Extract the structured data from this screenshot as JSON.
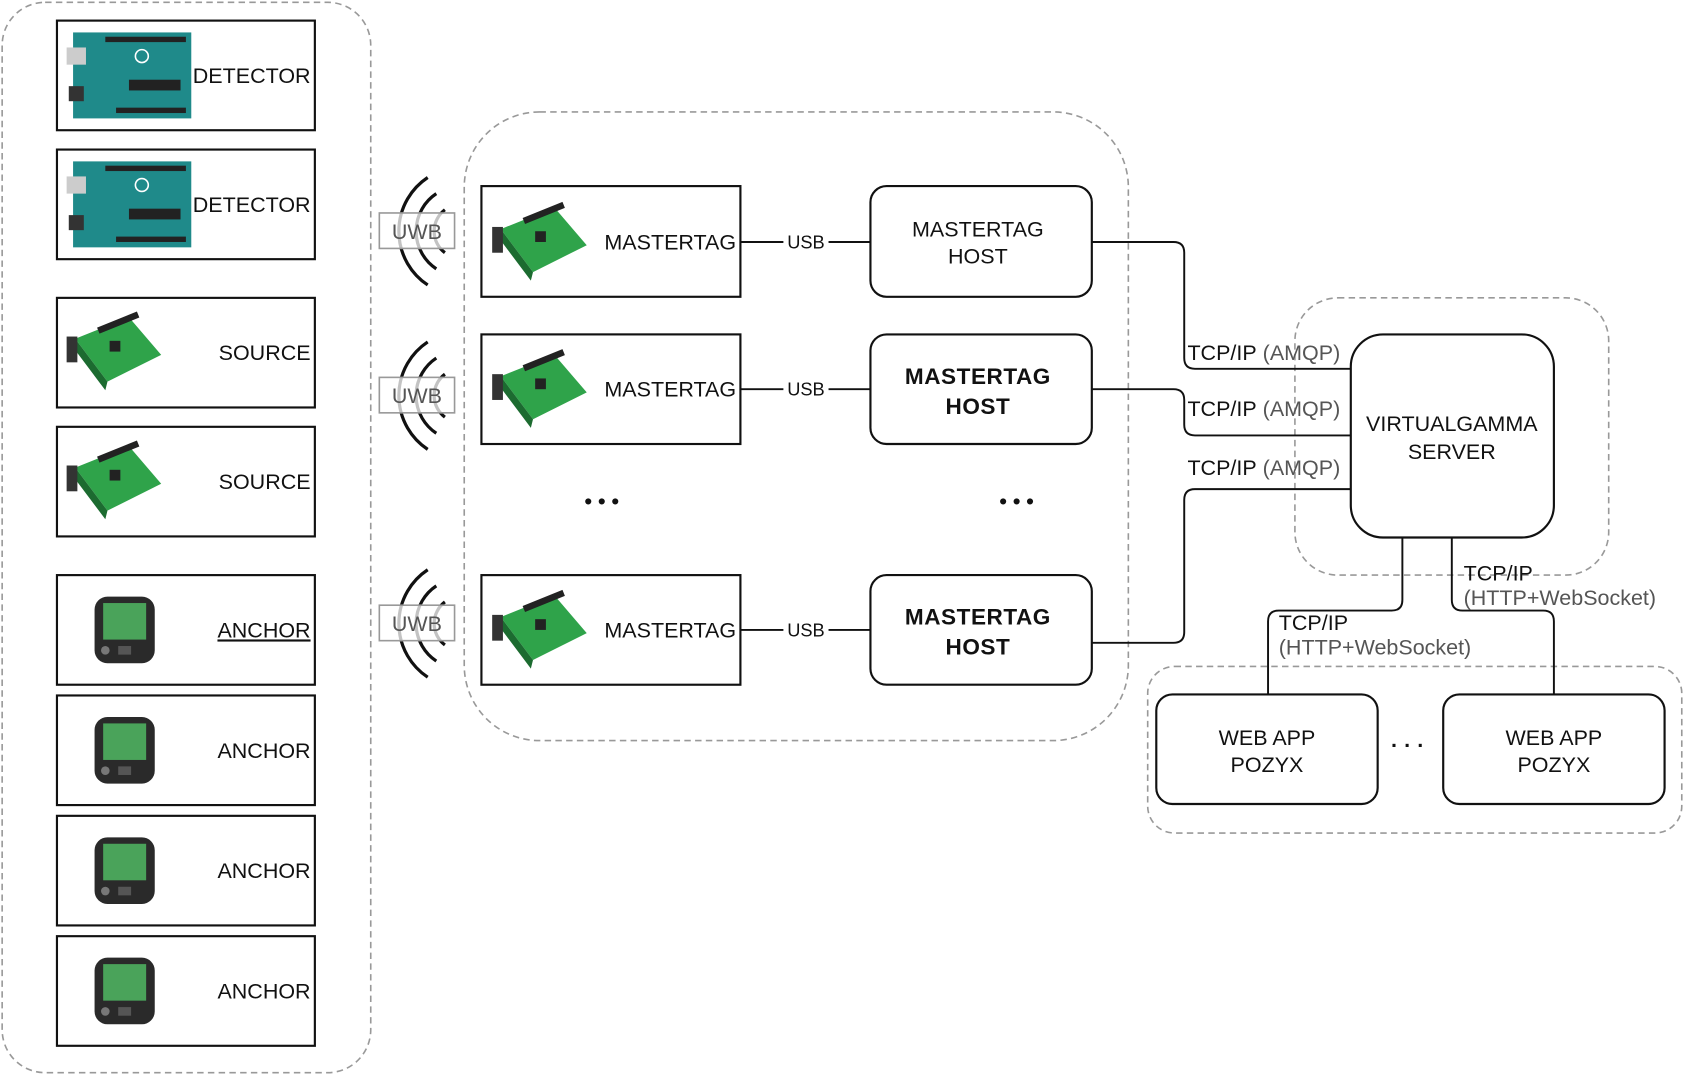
{
  "devices": [
    {
      "label": "DETECTOR",
      "icon": "arduino-board-icon"
    },
    {
      "label": "DETECTOR",
      "icon": "arduino-board-icon"
    },
    {
      "label": "SOURCE",
      "icon": "pozyx-shield-icon"
    },
    {
      "label": "SOURCE",
      "icon": "pozyx-shield-icon"
    },
    {
      "label": "ANCHOR",
      "icon": "pozyx-anchor-icon",
      "underlined": true
    },
    {
      "label": "ANCHOR",
      "icon": "pozyx-anchor-icon"
    },
    {
      "label": "ANCHOR",
      "icon": "pozyx-anchor-icon"
    },
    {
      "label": "ANCHOR",
      "icon": "pozyx-anchor-icon"
    }
  ],
  "uwb_label": "UWB",
  "mastertag_label": "MASTERTAG",
  "usb_label": "USB",
  "host": {
    "line1": "MASTERTAG",
    "line2": "HOST"
  },
  "ellipsis": "• • •",
  "server": {
    "line1": "VIRTUALGAMMA",
    "line2": "SERVER"
  },
  "amqp": {
    "proto": "TCP/IP",
    "detail": "(AMQP)"
  },
  "http": {
    "proto": "TCP/IP",
    "detail": "(HTTP+WebSocket)"
  },
  "webapp": {
    "line1": "WEB APP",
    "line2": "POZYX"
  },
  "webapp_ellipsis": "· · ·",
  "colors": {
    "board_teal": "#1f8a8a",
    "board_green": "#2fa34a",
    "anchor_dark": "#2a2a2a",
    "dashed_border": "#999999"
  }
}
